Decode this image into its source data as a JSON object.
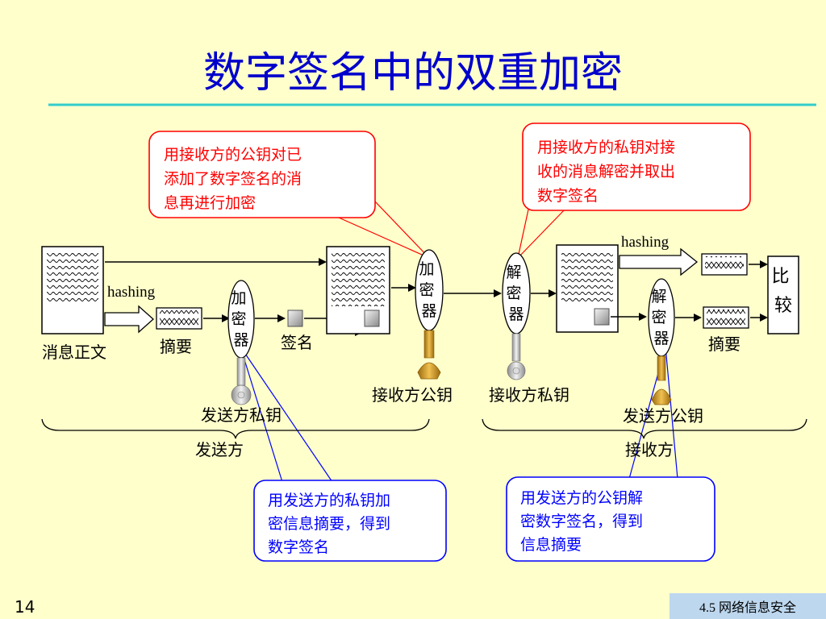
{
  "slide": {
    "title": "数字签名中的双重加密",
    "page_number": "14",
    "footer": "4.5  网络信息安全"
  },
  "callouts": {
    "top_left": [
      "用接收方的公钥对已",
      "添加了数字签名的消",
      "息再进行加密"
    ],
    "top_right": [
      "用接收方的私钥对接",
      "收的消息解密并取出",
      "数字签名"
    ],
    "bottom_left": [
      "用发送方的私钥加",
      "密信息摘要，得到",
      "数字签名"
    ],
    "bottom_right": [
      "用发送方的公钥解",
      "密数字签名，得到",
      "信息摘要"
    ]
  },
  "sender": {
    "message_label": "消息正文",
    "hashing_label": "hashing",
    "digest_label": "摘要",
    "encryptor_chars": [
      "加",
      "密",
      "器"
    ],
    "signature_label": "签名",
    "private_key_label": "发送方私钥",
    "group_label": "发送方"
  },
  "outer_encryptor": {
    "chars": [
      "加",
      "密",
      "器"
    ],
    "public_key_label": "接收方公钥"
  },
  "receiver": {
    "decryptor_chars": [
      "解",
      "密",
      "器"
    ],
    "private_key_label": "接收方私钥",
    "hashing_label": "hashing",
    "sig_decryptor_chars": [
      "解",
      "密",
      "器"
    ],
    "digest_label": "摘要",
    "compare_chars": [
      "比",
      "较"
    ],
    "public_key_label": "发送方公钥",
    "group_label": "接收方"
  },
  "colors": {
    "background": "#FFFFCC",
    "title": "#0000CC",
    "title_rule": "#33CCCC",
    "callout_red": "#FF0000",
    "callout_blue": "#0000FF",
    "footer_bg": "#BDD7EE",
    "key_gold": "#D9A43A",
    "key_silver": "#B8B8B8"
  }
}
